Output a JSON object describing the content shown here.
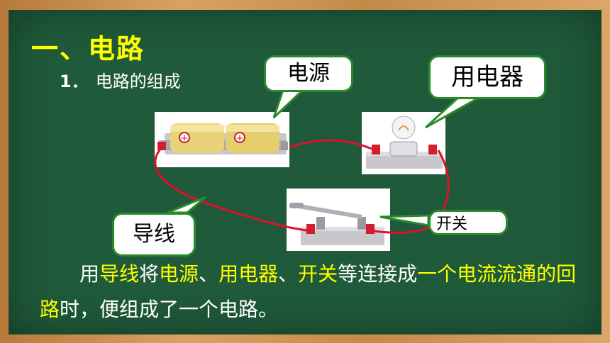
{
  "title": "一、电路",
  "subtitle": {
    "number": "1．",
    "text": "电路的组成"
  },
  "callouts": {
    "source": "电源",
    "load": "用电器",
    "wire": "导线",
    "switch": "开关"
  },
  "body": {
    "indent": "用",
    "parts": [
      {
        "text": "导线",
        "highlight": true
      },
      {
        "text": "将",
        "highlight": false
      },
      {
        "text": "电源",
        "highlight": true
      },
      {
        "text": "、",
        "highlight": false
      },
      {
        "text": "用电器",
        "highlight": true
      },
      {
        "text": "、",
        "highlight": false
      },
      {
        "text": "开关",
        "highlight": true
      },
      {
        "text": "等连接成",
        "highlight": false
      },
      {
        "text": "一个电流流通的回路",
        "highlight": true
      },
      {
        "text": "时，便组成了一个电路。",
        "highlight": false
      }
    ]
  },
  "colors": {
    "board": "#1f5a3a",
    "highlight": "#ffff00",
    "text": "#ffffff",
    "callout_border": "#2a8a2a",
    "wire": "#e0102a"
  },
  "icons": [
    "battery-pack-image",
    "light-bulb-image",
    "knife-switch-image"
  ]
}
